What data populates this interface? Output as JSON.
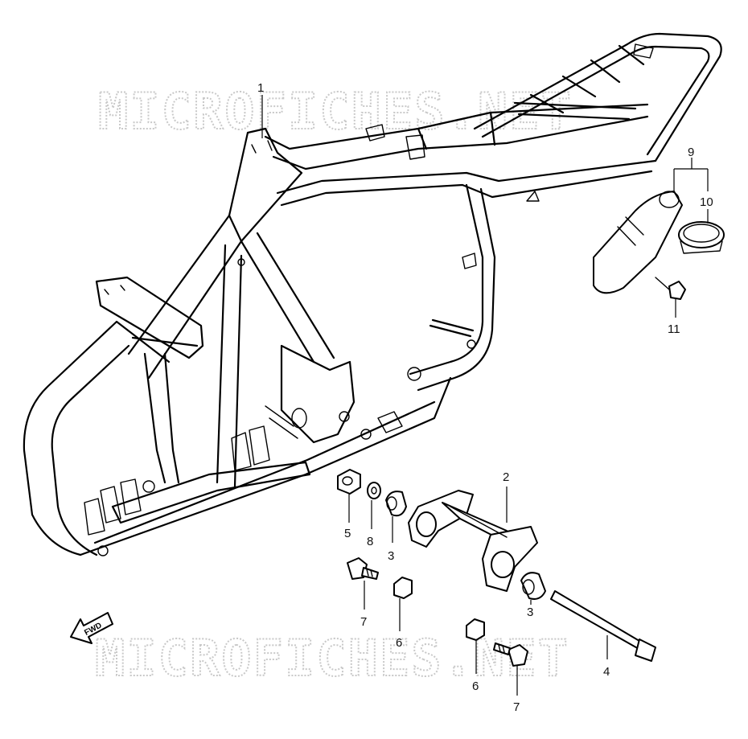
{
  "watermark": {
    "text": "MICROFICHES.NET"
  },
  "fwd_arrow": {
    "label": "FWD"
  },
  "callouts": [
    {
      "id": "c1",
      "label": "1"
    },
    {
      "id": "c2",
      "label": "2"
    },
    {
      "id": "c3a",
      "label": "3"
    },
    {
      "id": "c3b",
      "label": "3"
    },
    {
      "id": "c4",
      "label": "4"
    },
    {
      "id": "c5",
      "label": "5"
    },
    {
      "id": "c6a",
      "label": "6"
    },
    {
      "id": "c6b",
      "label": "6"
    },
    {
      "id": "c7a",
      "label": "7"
    },
    {
      "id": "c7b",
      "label": "7"
    },
    {
      "id": "c8",
      "label": "8"
    },
    {
      "id": "c9",
      "label": "9"
    },
    {
      "id": "c10",
      "label": "10"
    },
    {
      "id": "c11",
      "label": "11"
    }
  ]
}
